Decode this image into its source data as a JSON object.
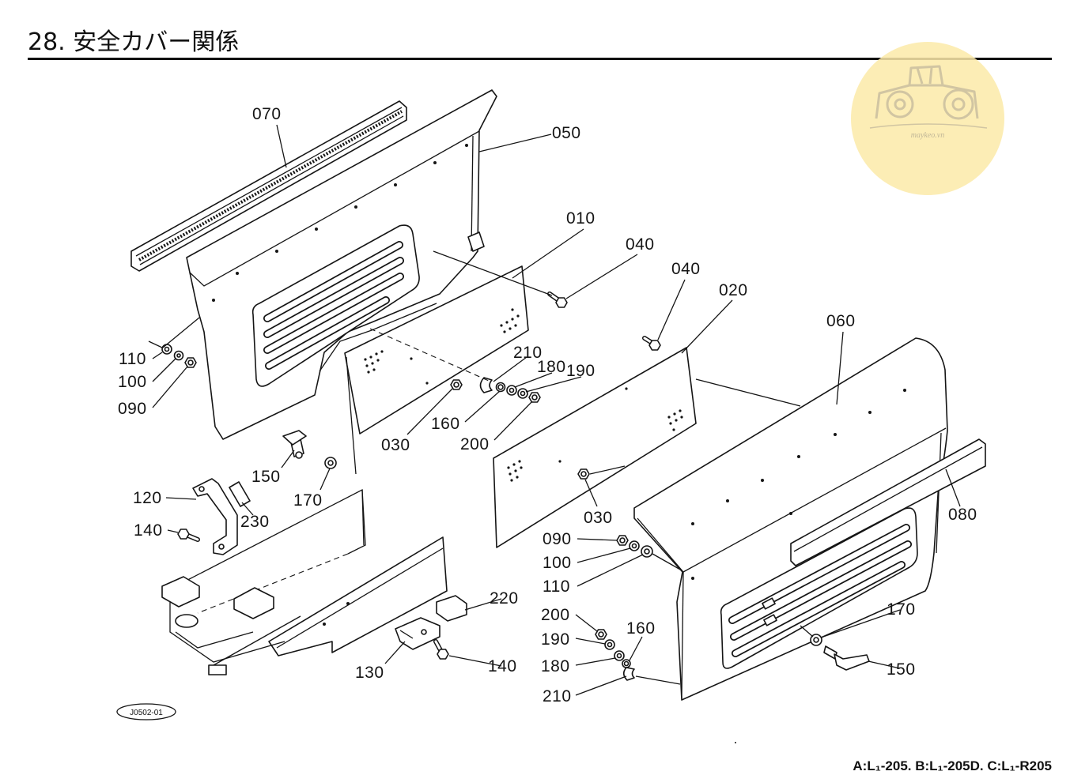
{
  "title": "28. 安全カバー関係",
  "logo": {
    "text": "maykeo.vn",
    "color": "#FCEAA9",
    "line_color": "#C9BC92"
  },
  "figure_code": "J0502-01",
  "model_note": "A:L₁-205. B:L₁-205D. C:L₁-R205",
  "callouts": [
    "070",
    "050",
    "010",
    "040",
    "040",
    "020",
    "060",
    "110",
    "100",
    "090",
    "210",
    "180",
    "190",
    "160",
    "030",
    "200",
    "150",
    "170",
    "120",
    "230",
    "140",
    "030",
    "080",
    "090",
    "100",
    "110",
    "220",
    "200",
    "170",
    "160",
    "190",
    "180",
    "140",
    "150",
    "130",
    "210"
  ]
}
